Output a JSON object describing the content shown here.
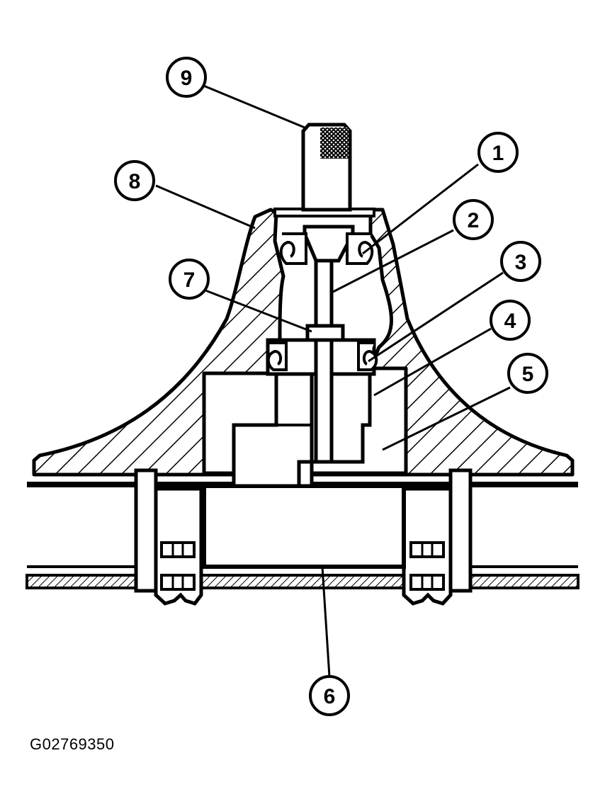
{
  "figure_id": "G02769350",
  "colors": {
    "ink": "#000000",
    "paper": "#ffffff"
  },
  "callouts": [
    {
      "number": "1",
      "target": "upper-retaining-clip"
    },
    {
      "number": "2",
      "target": "shaft"
    },
    {
      "number": "3",
      "target": "lower-retaining-clip"
    },
    {
      "number": "4",
      "target": "bushing"
    },
    {
      "number": "5",
      "target": "housing-cavity"
    },
    {
      "number": "6",
      "target": "pinion-block"
    },
    {
      "number": "7",
      "target": "spacer-washer"
    },
    {
      "number": "8",
      "target": "housing"
    },
    {
      "number": "9",
      "target": "knob"
    }
  ]
}
